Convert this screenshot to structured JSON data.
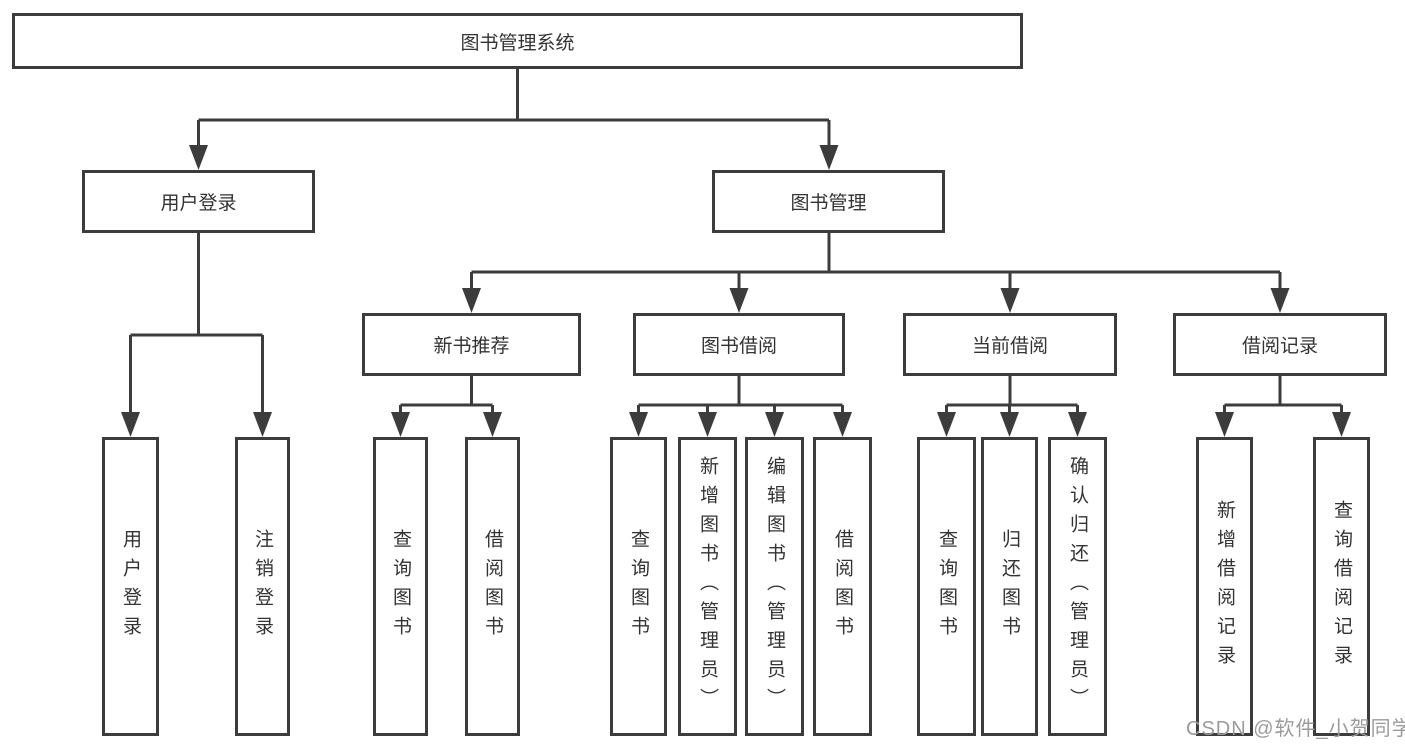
{
  "tree": {
    "root": "图书管理系统",
    "branches": [
      {
        "label": "用户登录",
        "children": [
          "用户登录",
          "注销登录"
        ]
      },
      {
        "label": "图书管理",
        "groups": [
          {
            "label": "新书推荐",
            "children": [
              "查询图书",
              "借阅图书"
            ]
          },
          {
            "label": "图书借阅",
            "children": [
              "查询图书",
              "新增图书（管理员）",
              "编辑图书（管理员）",
              "借阅图书"
            ]
          },
          {
            "label": "当前借阅",
            "children": [
              "查询图书",
              "归还图书",
              "确认归还（管理员）"
            ]
          },
          {
            "label": "借阅记录",
            "children": [
              "新增借阅记录",
              "查询借阅记录"
            ]
          }
        ]
      }
    ]
  },
  "watermark": {
    "text": "CSDN @软件_小贺同学"
  },
  "colors": {
    "line": "#3c3c3c",
    "text": "#333333",
    "watermark": "#9b9b9b",
    "background": "#ffffff"
  }
}
